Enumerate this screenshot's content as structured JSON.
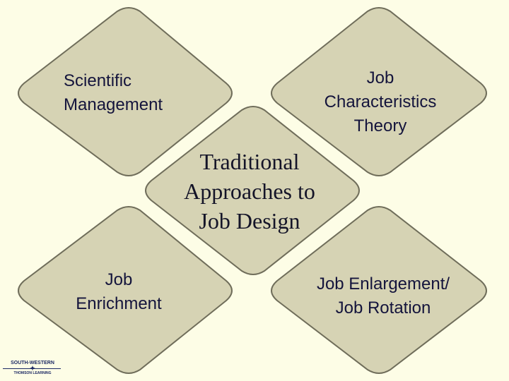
{
  "diagram": {
    "center": "Traditional\nApproaches to\nJob Design",
    "top_left": "Scientific\nManagement",
    "top_right": "Job\nCharacteristics\nTheory",
    "bottom_left": "Job\nEnrichment",
    "bottom_right": "Job Enlargement/\nJob Rotation"
  },
  "logo": {
    "line1": "SOUTH-WESTERN",
    "line2": "THOMSON LEARNING"
  },
  "colors": {
    "background": "#fdfde6",
    "diamond_fill": "#d6d3b4",
    "diamond_stroke": "#6f6d5a",
    "text": "#14143c"
  }
}
